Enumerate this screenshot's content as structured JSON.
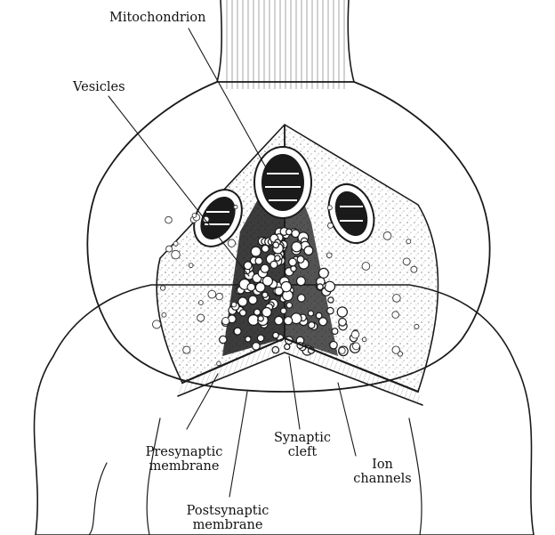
{
  "labels": {
    "mitochondrion": "Mitochondrion",
    "vesicles": "Vesicles",
    "presynaptic": [
      "Presynaptic",
      "membrane"
    ],
    "synaptic_cleft": [
      "Synaptic",
      "cleft"
    ],
    "ion_channels": [
      "Ion",
      "channels"
    ],
    "postsynaptic": [
      "Postsynaptic",
      "membrane"
    ]
  }
}
